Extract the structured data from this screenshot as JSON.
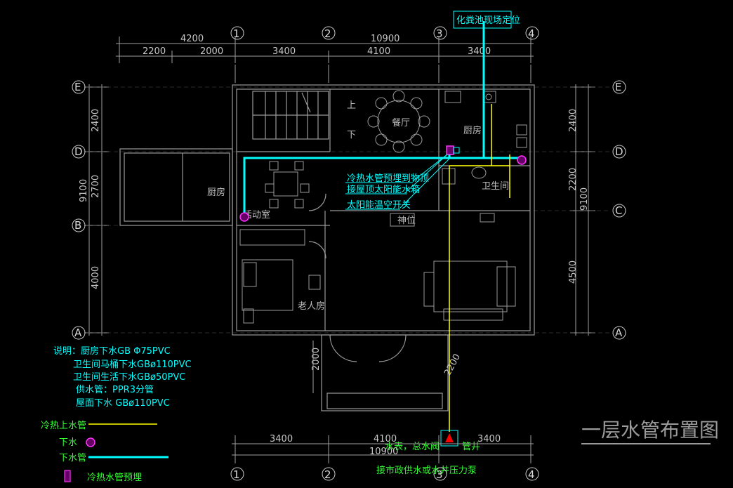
{
  "title": "一层水管布置图",
  "dims_top": {
    "d4200": "4200",
    "d10900": "10900",
    "d2200": "2200",
    "d2000": "2000",
    "d3400a": "3400",
    "d4100": "4100",
    "d3400b": "3400"
  },
  "dims_bottom": {
    "d3400": "3400",
    "d4100": "4100",
    "d3400b": "3400",
    "d10900": "10900"
  },
  "dims_left": {
    "d2400": "2400",
    "d9100": "9100",
    "d2700": "2700",
    "d4000": "4000"
  },
  "dims_right": {
    "d2400": "2400",
    "d2200": "2200",
    "d9100": "9100",
    "d4500": "4500"
  },
  "dims_misc": {
    "d2000": "2000",
    "d2200": "2200"
  },
  "axes_rows": {
    "E": "E",
    "D": "D",
    "C": "C",
    "B": "B",
    "A": "A"
  },
  "axes_cols": {
    "c1": "1",
    "c2": "2",
    "c3": "3",
    "c4": "4"
  },
  "rooms": {
    "dining": "餐厅",
    "kitchen_r": "厨房",
    "kitchen_l": "厨房",
    "activity": "活动室",
    "bath": "卫生间",
    "bedroom": "老人房",
    "shrine": "神位",
    "up": "上",
    "down": "下"
  },
  "callouts": {
    "septic": "化粪池现场定位",
    "pipe1": "冷热水管预埋到物顶",
    "pipe2": "接屋顶太阳能水箱",
    "switch": "太阳能温空开关",
    "meter": "水表，总水阀",
    "well": "管井",
    "supply": "接市政供水或水井压力泵"
  },
  "notes": {
    "n1": "说明：厨房下水GB Φ75PVC",
    "n2": "卫生间马桶下水GBø110PVC",
    "n3": "卫生间生活下水GBø50PVC",
    "n4": "供水管：PPR3分管",
    "n5": "屋面下水  GBø110PVC"
  },
  "legend": {
    "l1": "冷热上水管",
    "l2": "下水",
    "l3": "下水管",
    "l4": "冷热水管预埋"
  },
  "colors": {
    "hot_cold_supply": "#ffff00",
    "drain": "#00ffff",
    "drain_point": "#ff33ff",
    "callout": "#00ffff"
  }
}
